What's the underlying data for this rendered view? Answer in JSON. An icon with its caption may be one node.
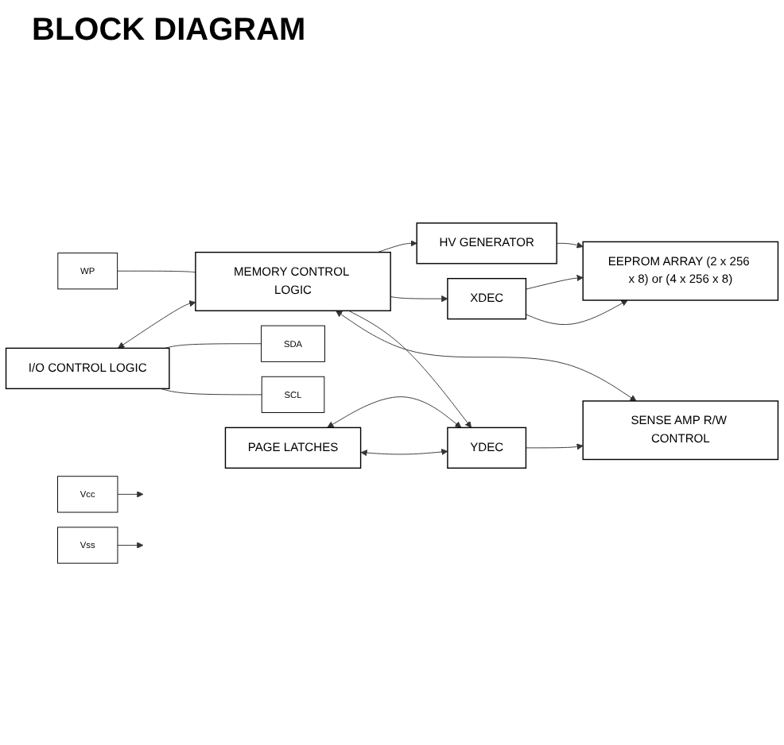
{
  "diagram": {
    "title": "BLOCK DIAGRAM",
    "nodes": [
      {
        "text": [
          "I/O CONTROL LOGIC"
        ]
      },
      {
        "text": [
          "MEMORY CONTROL LOGIC"
        ]
      },
      {
        "text": [
          "WP"
        ]
      },
      {
        "text": [
          "SDA"
        ]
      },
      {
        "text": [
          "SCL"
        ]
      },
      {
        "text": [
          "HV GENERATOR"
        ]
      },
      {
        "text": [
          "XDEC"
        ]
      },
      {
        "text": [
          "EEPROM ARRAY (2 x 256 x 8) or (4 x 256 x 8)"
        ]
      },
      {
        "text": [
          "PAGE LATCHES"
        ]
      },
      {
        "text": [
          "YDEC"
        ]
      },
      {
        "text": [
          "SENSE AMP R/W CONTROL"
        ]
      },
      {
        "text": [
          "Vcc"
        ]
      },
      {
        "text": [
          "Vss"
        ]
      }
    ],
    "edges": [
      {
        "from": 0,
        "to": 1,
        "arrow": "both"
      },
      {
        "from": 2,
        "to": 1,
        "arrow": "none"
      },
      {
        "from": 0,
        "to": 3,
        "arrow": "none"
      },
      {
        "from": 0,
        "to": 4,
        "arrow": "none"
      },
      {
        "from": 1,
        "to": 5,
        "arrow": "to"
      },
      {
        "from": 1,
        "to": 6,
        "arrow": "to"
      },
      {
        "from": 6,
        "to": 7,
        "arrow": "to"
      },
      {
        "from": 6,
        "to": 7,
        "arrow": "to"
      },
      {
        "from": 5,
        "to": 7,
        "arrow": "to"
      },
      {
        "from": 1,
        "to": 9,
        "arrow": "to"
      },
      {
        "from": 8,
        "to": 9,
        "arrow": "both"
      },
      {
        "from": 8,
        "to": 9,
        "arrow": "both"
      },
      {
        "from": 9,
        "to": 10,
        "arrow": "to"
      },
      {
        "from": 1,
        "to": 10,
        "arrow": "both"
      },
      {
        "from": 11,
        "to": null,
        "arrow": "to"
      },
      {
        "from": 12,
        "to": null,
        "arrow": "to"
      }
    ]
  }
}
